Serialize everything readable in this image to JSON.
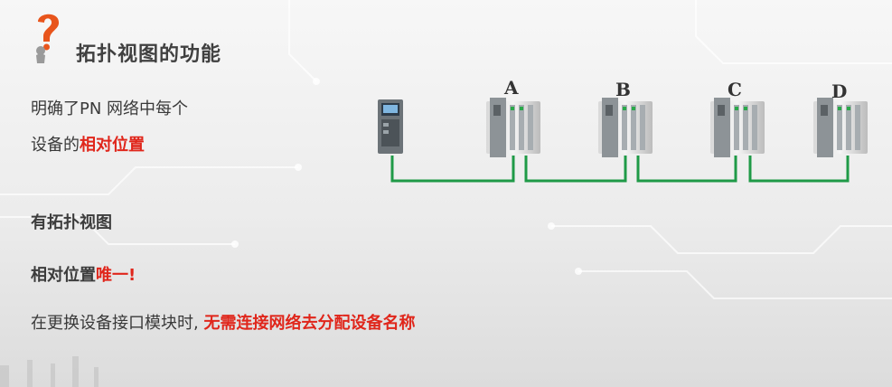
{
  "slide": {
    "title": "拓扑视图的功能",
    "intro_line1": "明确了PN 网络中每个",
    "intro_line2_prefix": "设备的",
    "intro_line2_highlight": "相对位置",
    "point_has_topology": "有拓扑视图",
    "point_unique_prefix": "相对位置",
    "point_unique_highlight": "唯一!",
    "point_replace_prefix": "在更换设备接口模块时,",
    "point_replace_highlight": "无需连接网络去分配设备名称"
  },
  "topology": {
    "controller": "plc-cpu",
    "devices": [
      {
        "label": "A"
      },
      {
        "label": "B"
      },
      {
        "label": "C"
      },
      {
        "label": "D"
      }
    ],
    "link_color": "#1f9a47"
  },
  "colors": {
    "highlight": "#e0261b",
    "question_icon": "#e8551c"
  },
  "icons": {
    "question": "question-person-icon"
  }
}
